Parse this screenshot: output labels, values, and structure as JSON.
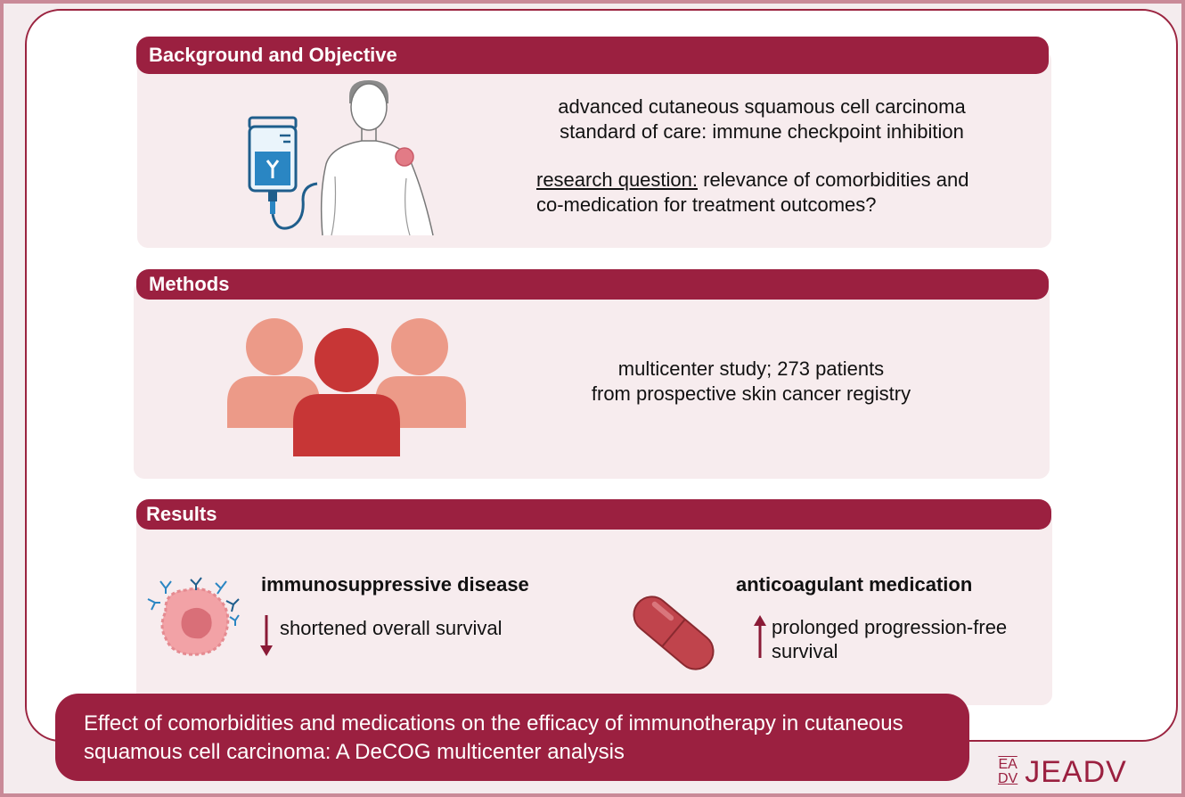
{
  "background": {
    "header": "Background and Objective",
    "line1": "advanced cutaneous squamous cell carcinoma",
    "line2": "standard of care: immune checkpoint inhibition",
    "rq_label": "research question:",
    "rq_rest": " relevance of comorbidities and",
    "rq_line2": "co-medication for treatment outcomes?"
  },
  "methods": {
    "header": "Methods",
    "line1": "multicenter study; 273 patients",
    "line2": "from prospective skin cancer registry"
  },
  "results": {
    "header": "Results",
    "left_title": "immunosuppressive disease",
    "left_text": "shortened overall survival",
    "right_title": "anticoagulant medication",
    "right_line1": "prolonged progression-free",
    "right_line2": "survival"
  },
  "title": {
    "line1": "Effect of comorbidities and medications on the efficacy of immunotherapy in cutaneous",
    "line2": "squamous cell carcinoma: A DeCOG multicenter analysis"
  },
  "logo": {
    "mark_top": "EA",
    "mark_bottom": "DV",
    "text": "JEADV"
  },
  "colors": {
    "accent": "#9b2040",
    "panel": "#f7ecee",
    "people_light": "#ec9a88",
    "people_dark": "#c73636",
    "iv_blue": "#2a86c3"
  }
}
